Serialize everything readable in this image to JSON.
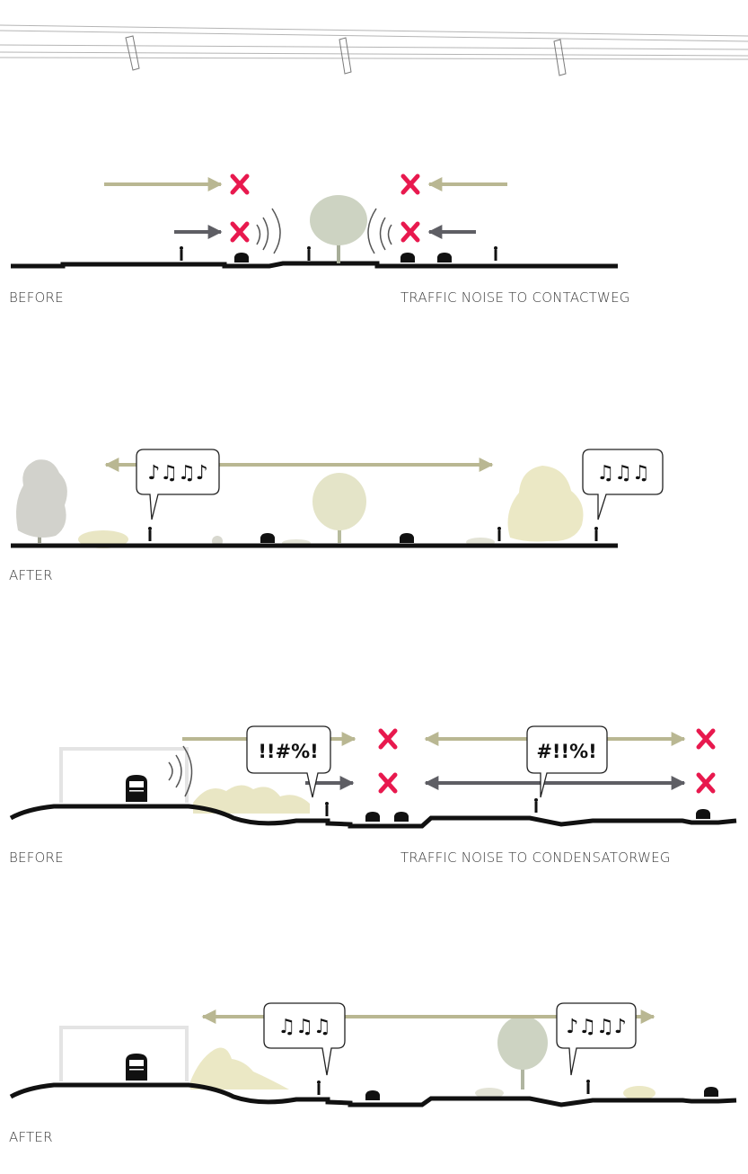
{
  "captions": {
    "before_1": "BEFORE",
    "title_1": "TRAFFIC NOISE TO CONTACTWEG",
    "after_1": "AFTER",
    "before_2": "BEFORE",
    "title_2": "TRAFFIC NOISE TO CONDENSATORWEG",
    "after_2": "AFTER"
  },
  "bubbles": {
    "noise_1": "!!#%!",
    "noise_2": "#!!%!"
  },
  "colors": {
    "ground": "#111111",
    "arrow_beige": "#b9b792",
    "arrow_grey": "#5e5e64",
    "cross": "#e8194e",
    "tree": "#cdd3c2",
    "shrub": "#e9e6c4"
  },
  "icons": [
    "music-notes-icon",
    "cross-icon",
    "arrow-icon",
    "sound-waves-icon",
    "train-icon",
    "car-icon",
    "pedestrian-icon",
    "tree-icon"
  ]
}
